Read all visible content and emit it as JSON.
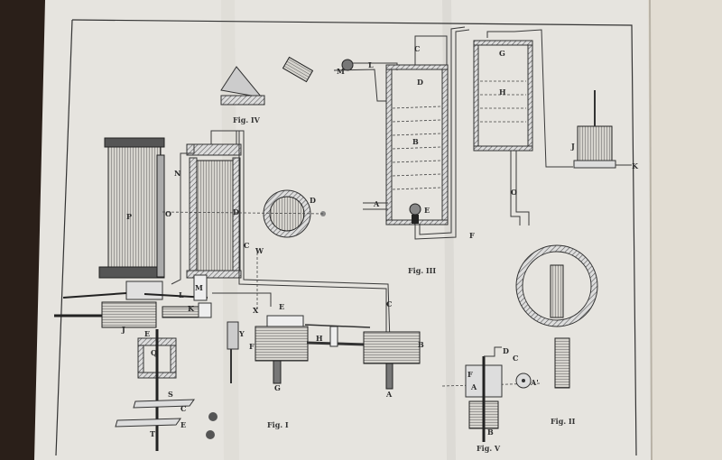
{
  "plate": {
    "captions": {
      "fig1": "Fig. I",
      "fig2": "Fig. II",
      "fig3": "Fig. III",
      "fig4": "Fig. IV",
      "fig5": "Fig. V"
    },
    "fig1_labels": [
      "P",
      "O",
      "N",
      "D",
      "D",
      "C",
      "C",
      "W",
      "X",
      "L",
      "K",
      "M",
      "J",
      "E",
      "Q",
      "S",
      "C",
      "E",
      "T",
      "Y",
      "E",
      "F",
      "G",
      "H",
      "B",
      "A"
    ],
    "fig3_labels": [
      "C",
      "D",
      "B",
      "A",
      "E",
      "F",
      "M",
      "L"
    ],
    "fig2_labels": [
      "G",
      "H",
      "J",
      "K",
      "O"
    ],
    "fig5_labels": [
      "D",
      "C",
      "F",
      "A",
      "B",
      "A'"
    ]
  }
}
